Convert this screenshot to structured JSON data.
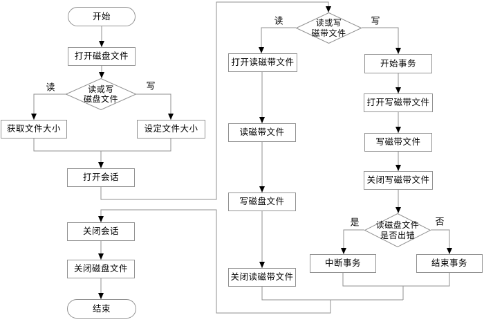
{
  "diagram": {
    "nodes": [
      {
        "id": "start",
        "type": "terminator",
        "label": "开始"
      },
      {
        "id": "open-disk-file",
        "type": "process",
        "label": "打开磁盘文件"
      },
      {
        "id": "disk-read-write",
        "type": "decision",
        "label_line1": "读或写",
        "label_line2": "磁盘文件"
      },
      {
        "id": "get-file-size",
        "type": "process",
        "label": "获取文件大小"
      },
      {
        "id": "set-file-size",
        "type": "process",
        "label": "设定文件大小"
      },
      {
        "id": "open-session",
        "type": "process",
        "label": "打开会话"
      },
      {
        "id": "close-session",
        "type": "process",
        "label": "关闭会话"
      },
      {
        "id": "close-disk-file",
        "type": "process",
        "label": "关闭磁盘文件"
      },
      {
        "id": "end",
        "type": "terminator",
        "label": "结束"
      },
      {
        "id": "tape-read-write",
        "type": "decision",
        "label_line1": "读或写",
        "label_line2": "磁带文件"
      },
      {
        "id": "open-read-tape-file",
        "type": "process",
        "label": "打开读磁带文件"
      },
      {
        "id": "read-tape-file",
        "type": "process",
        "label": "读磁带文件"
      },
      {
        "id": "write-disk-file",
        "type": "process",
        "label": "写磁盘文件"
      },
      {
        "id": "close-read-tape-file",
        "type": "process",
        "label": "关闭读磁带文件"
      },
      {
        "id": "begin-transaction",
        "type": "process",
        "label": "开始事务"
      },
      {
        "id": "open-write-tape-file",
        "type": "process",
        "label": "打开写磁带文件"
      },
      {
        "id": "write-tape-file",
        "type": "process",
        "label": "写磁带文件"
      },
      {
        "id": "close-write-tape-file",
        "type": "process",
        "label": "关闭写磁带文件"
      },
      {
        "id": "read-disk-error",
        "type": "decision",
        "label_line1": "读磁盘文件",
        "label_line2": "是否出错"
      },
      {
        "id": "abort-transaction",
        "type": "process",
        "label": "中断事务"
      },
      {
        "id": "end-transaction",
        "type": "process",
        "label": "结束事务"
      }
    ],
    "edge_labels": [
      {
        "id": "disk-read",
        "text": "读"
      },
      {
        "id": "disk-write",
        "text": "写"
      },
      {
        "id": "tape-read",
        "text": "读"
      },
      {
        "id": "tape-write",
        "text": "写"
      },
      {
        "id": "error-yes",
        "text": "是"
      },
      {
        "id": "error-no",
        "text": "否"
      }
    ],
    "colors": {
      "background": "#ffffff",
      "line": "#8f8f8f",
      "shape_border": "#919191",
      "arrowhead": "#000000",
      "text": "#000000"
    }
  }
}
